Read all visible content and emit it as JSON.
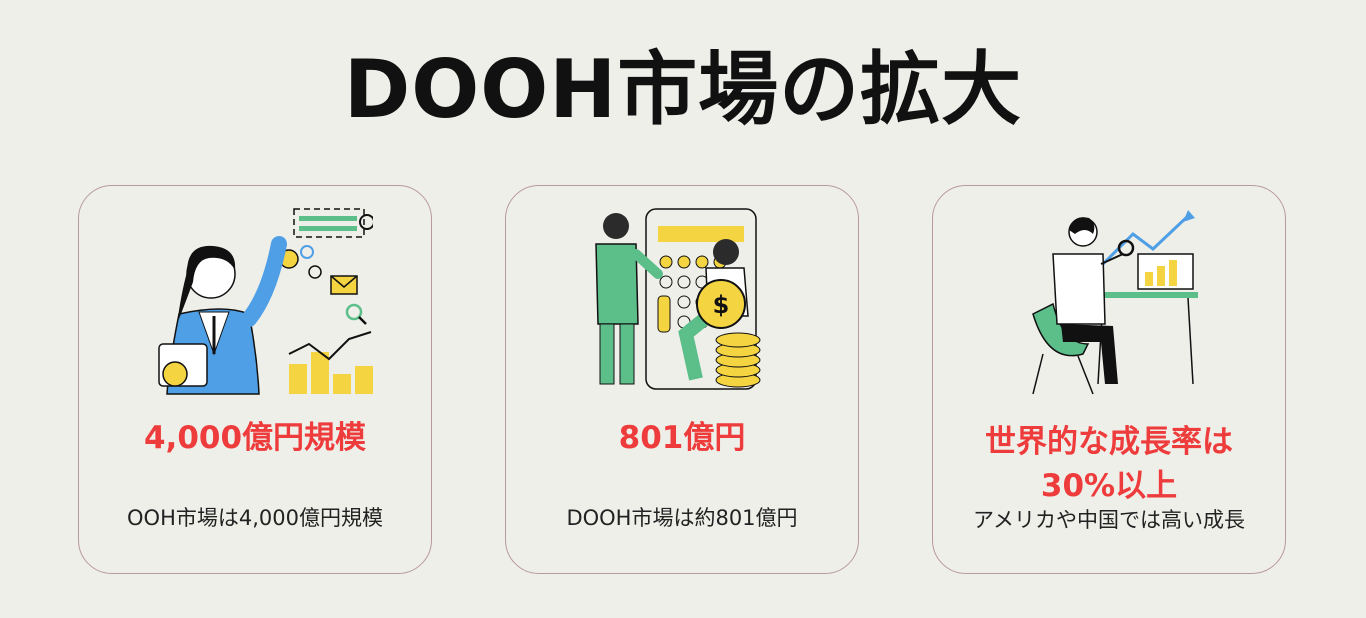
{
  "page": {
    "title": "DOOH市場の拡大"
  },
  "cards": [
    {
      "headline": "4,000億円規模",
      "subtext": "OOH市場は4,000億円規模",
      "illustration": "businesswoman-analytics-icon"
    },
    {
      "headline": "801億円",
      "subtext": "DOOH市場は約801億円",
      "illustration": "calculator-money-icon"
    },
    {
      "headline": "世界的な成長率は\n30%以上",
      "subtext": "アメリカや中国では高い成長",
      "illustration": "analyst-growth-chart-icon"
    }
  ],
  "colors": {
    "background": "#efefea",
    "accent_red": "#ee3b3b",
    "card_border": "#b89a9a",
    "yellow": "#f5d442",
    "green": "#5cbf8a",
    "blue": "#4f9fe6"
  }
}
